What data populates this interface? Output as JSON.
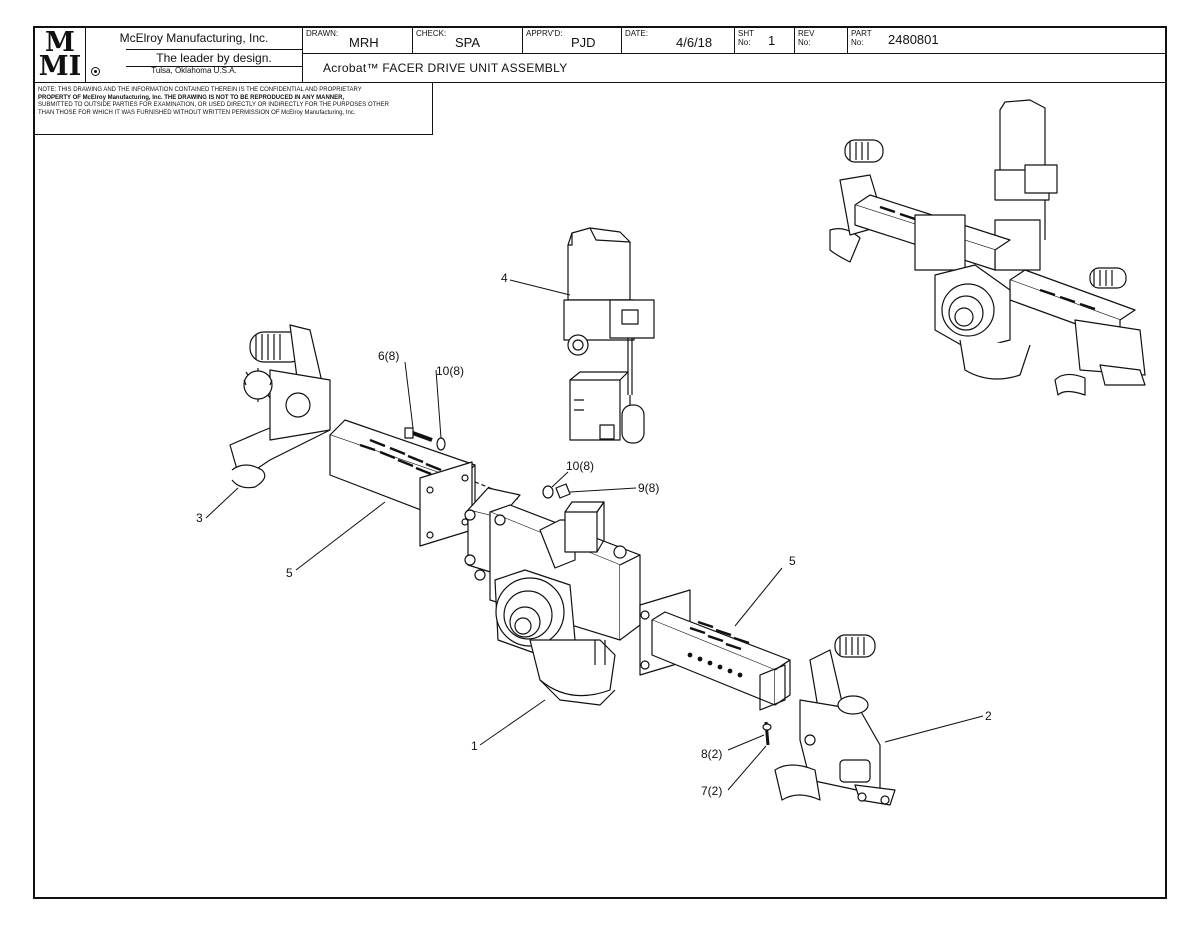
{
  "logo": {
    "top": "M",
    "bottom": "MI"
  },
  "company": {
    "name": "McElroy Manufacturing, Inc.",
    "slogan": "The leader by design.",
    "city": "Tulsa, Oklahoma U.S.A."
  },
  "titleblock": {
    "drawn_label": "DRAWN:",
    "drawn_value": "MRH",
    "check_label": "CHECK:",
    "check_value": "SPA",
    "apprvd_label": "APPRV'D:",
    "apprvd_value": "PJD",
    "date_label": "DATE:",
    "date_value": "4/6/18",
    "sht_label_1": "SHT",
    "sht_label_2": "No:",
    "sht_value": "1",
    "rev_label_1": "REV",
    "rev_label_2": "No:",
    "rev_value": "",
    "part_label_1": "PART",
    "part_label_2": "No:",
    "part_value": "2480801"
  },
  "drawing_title": "Acrobat™ FACER DRIVE UNIT ASSEMBLY",
  "note": {
    "line1": "NOTE: THIS DRAWING AND THE INFORMATION CONTAINED THEREIN IS THE CONFIDENTIAL AND PROPRIETARY",
    "line2": "PROPERTY OF McElroy Manufacturing, Inc. THE DRAWING IS NOT TO BE REPRODUCED IN ANY MANNER,",
    "line3": "SUBMITTED TO OUTSIDE PARTIES FOR EXAMINATION, OR USED DIRECTLY OR INDIRECTLY FOR THE PURPOSES OTHER",
    "line4": "THAN THOSE FOR WHICH IT WAS FURNISHED WITHOUT WRITTEN PERMISSION OF McElroy Manufacturing, Inc."
  },
  "callouts": {
    "c4": "4",
    "c6": "6(8)",
    "c10a": "10(8)",
    "c10b": "10(8)",
    "c9": "9(8)",
    "c3": "3",
    "c5a": "5",
    "c5b": "5",
    "c2": "2",
    "c1": "1",
    "c8": "8(2)",
    "c7": "7(2)"
  }
}
